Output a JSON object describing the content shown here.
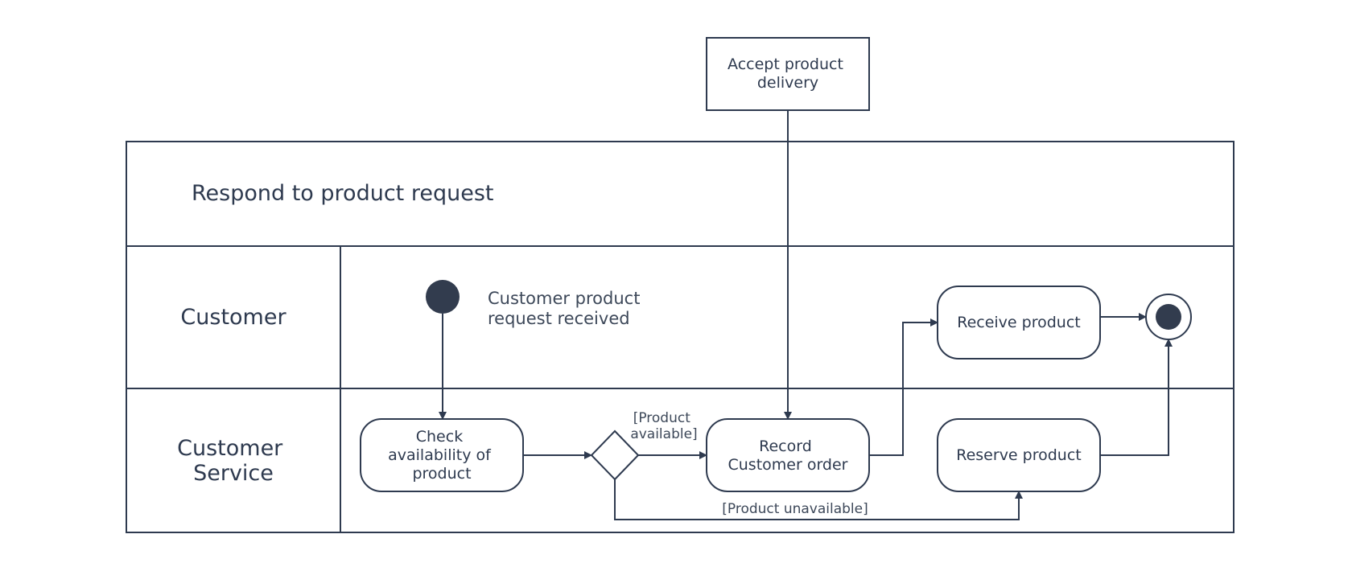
{
  "diagram": {
    "title": "Respond to product request",
    "lanes": [
      {
        "id": "customer",
        "label": [
          "Customer"
        ]
      },
      {
        "id": "customer-service",
        "label": [
          "Customer",
          "Service"
        ]
      }
    ],
    "external_node": {
      "label": [
        "Accept product",
        "delivery"
      ]
    },
    "initial_note": [
      "Customer product",
      "request received"
    ],
    "nodes": {
      "check": {
        "label": [
          "Check",
          "availability of",
          "product"
        ]
      },
      "record": {
        "label": [
          "Record",
          "Customer order"
        ]
      },
      "receive": {
        "label": [
          "Receive product"
        ]
      },
      "reserve": {
        "label": [
          "Reserve product"
        ]
      }
    },
    "guards": {
      "available": [
        "[Product",
        "available]"
      ],
      "unavailable": "[Product unavailable]"
    }
  },
  "colors": {
    "stroke": "#2e3a4f",
    "fill_dark": "#323c4e",
    "background": "#ffffff"
  }
}
